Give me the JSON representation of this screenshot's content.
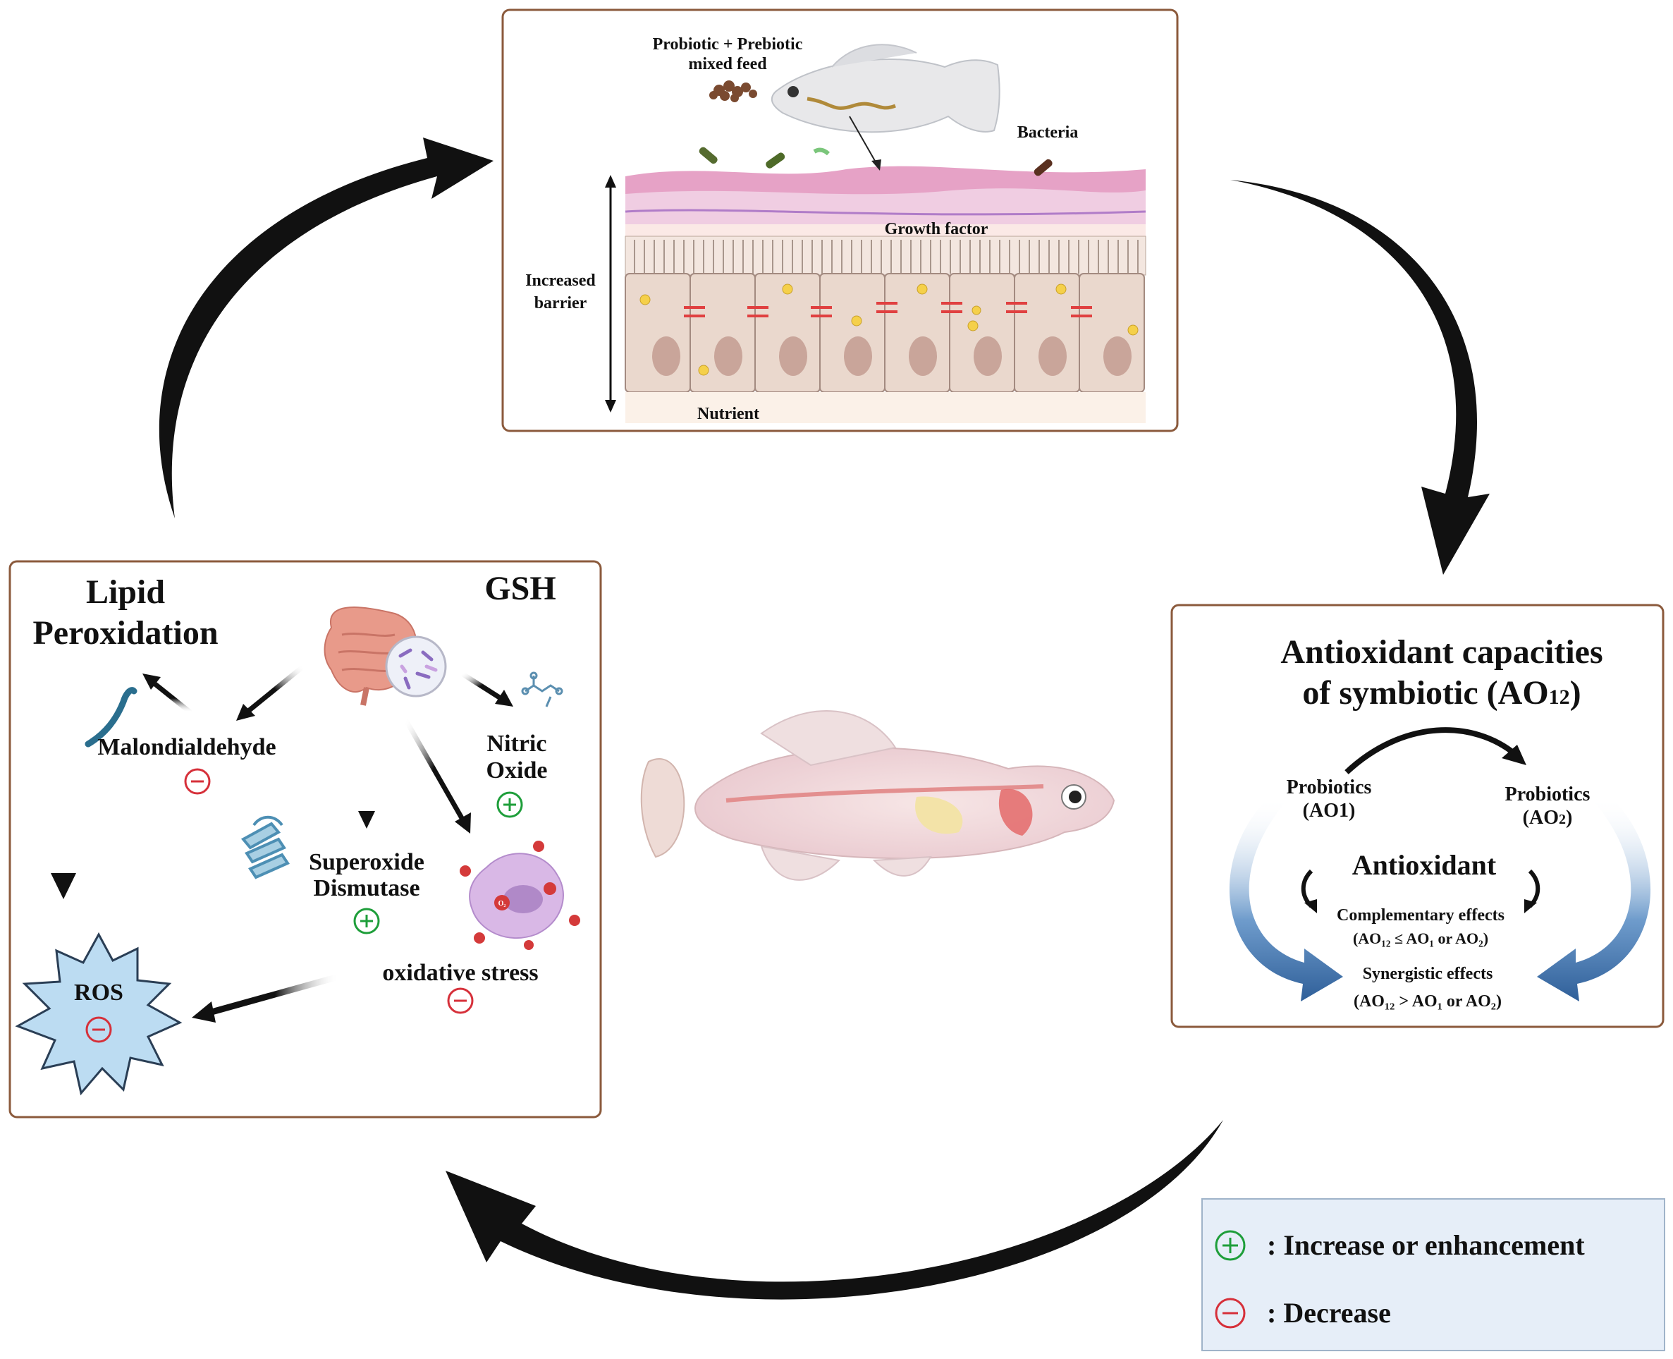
{
  "top_panel": {
    "feed_label_line1": "Probiotic + Prebiotic",
    "feed_label_line2": "mixed feed",
    "bacteria_label": "Bacteria",
    "growth_factor_label": "Growth factor",
    "barrier_label_line1": "Increased",
    "barrier_label_line2": "barrier",
    "nutrient_label": "Nutrient"
  },
  "right_panel": {
    "title_line1": "Antioxidant capacities",
    "title_line2_main": "of symbiotic (AO",
    "title_line2_sub": "12",
    "title_line2_end": ")",
    "probiotics_left_line1": "Probiotics",
    "probiotics_left_line2": "(AO1)",
    "probiotics_right_line1": "Probiotics",
    "probiotics_right_line2_main": "(AO",
    "probiotics_right_line2_sub": "2",
    "probiotics_right_line2_end": ")",
    "antioxidant_label": "Antioxidant",
    "complementary_label": "Complementary effects",
    "complementary_formula": "(AO₁₂ ≤ AO₁ or AO₂)",
    "synergistic_label": "Synergistic effects",
    "synergistic_formula": "(AO₁₂ > AO₁ or AO₂)"
  },
  "left_panel": {
    "lipid_line1": "Lipid",
    "lipid_line2": "Peroxidation",
    "gsh_label": "GSH",
    "malondialdehyde_label": "Malondialdehyde",
    "nitric_line1": "Nitric",
    "nitric_line2": "Oxide",
    "superoxide_line1": "Superoxide",
    "superoxide_line2": "Dismutase",
    "oxidative_stress_label": "oxidative stress",
    "ros_label": "ROS",
    "o2_label": "O₂"
  },
  "legend": {
    "increase_label": ": Increase or enhancement",
    "decrease_label": ": Decrease"
  },
  "colors": {
    "panel_border": "#8b5a3c",
    "increase": "#1e9e3a",
    "decrease": "#d6303a",
    "blue_arrow": "#3a6ea5",
    "ros_fill": "#bcdcf2",
    "legend_bg": "#e6eef8"
  }
}
